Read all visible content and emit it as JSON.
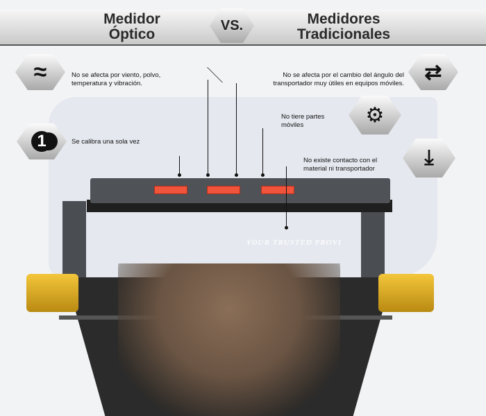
{
  "header": {
    "left_title_line1": "Medidor",
    "left_title_line2": "Óptico",
    "vs": "VS.",
    "right_title_line1": "Medidores",
    "right_title_line2": "Tradicionales"
  },
  "features": [
    {
      "icon": "waves-icon",
      "text_line1": "No se afecta por viento, polvo,",
      "text_line2": "temperatura y vibración."
    },
    {
      "icon": "arrows-exchange-icon",
      "text_line1": "No se afecta por el cambio del ángulo del",
      "text_line2": "transportador muy útiles en equipos móviles."
    },
    {
      "icon": "calibrate-once-icon",
      "icon_text": "1",
      "text_line1": "Se calibra una sola vez"
    },
    {
      "icon": "gears-icon",
      "text_line1": "No tiere partes",
      "text_line2": "móviles"
    },
    {
      "icon": "down-arrow-icon",
      "text_line1": "No existe contacto con el",
      "text_line2": "material ni transportador"
    }
  ],
  "watermark": "YOUR TRUSTED PROVI",
  "colors": {
    "led": "#f0553c",
    "frame": "#4f5256",
    "roller": "#f3c63a"
  }
}
